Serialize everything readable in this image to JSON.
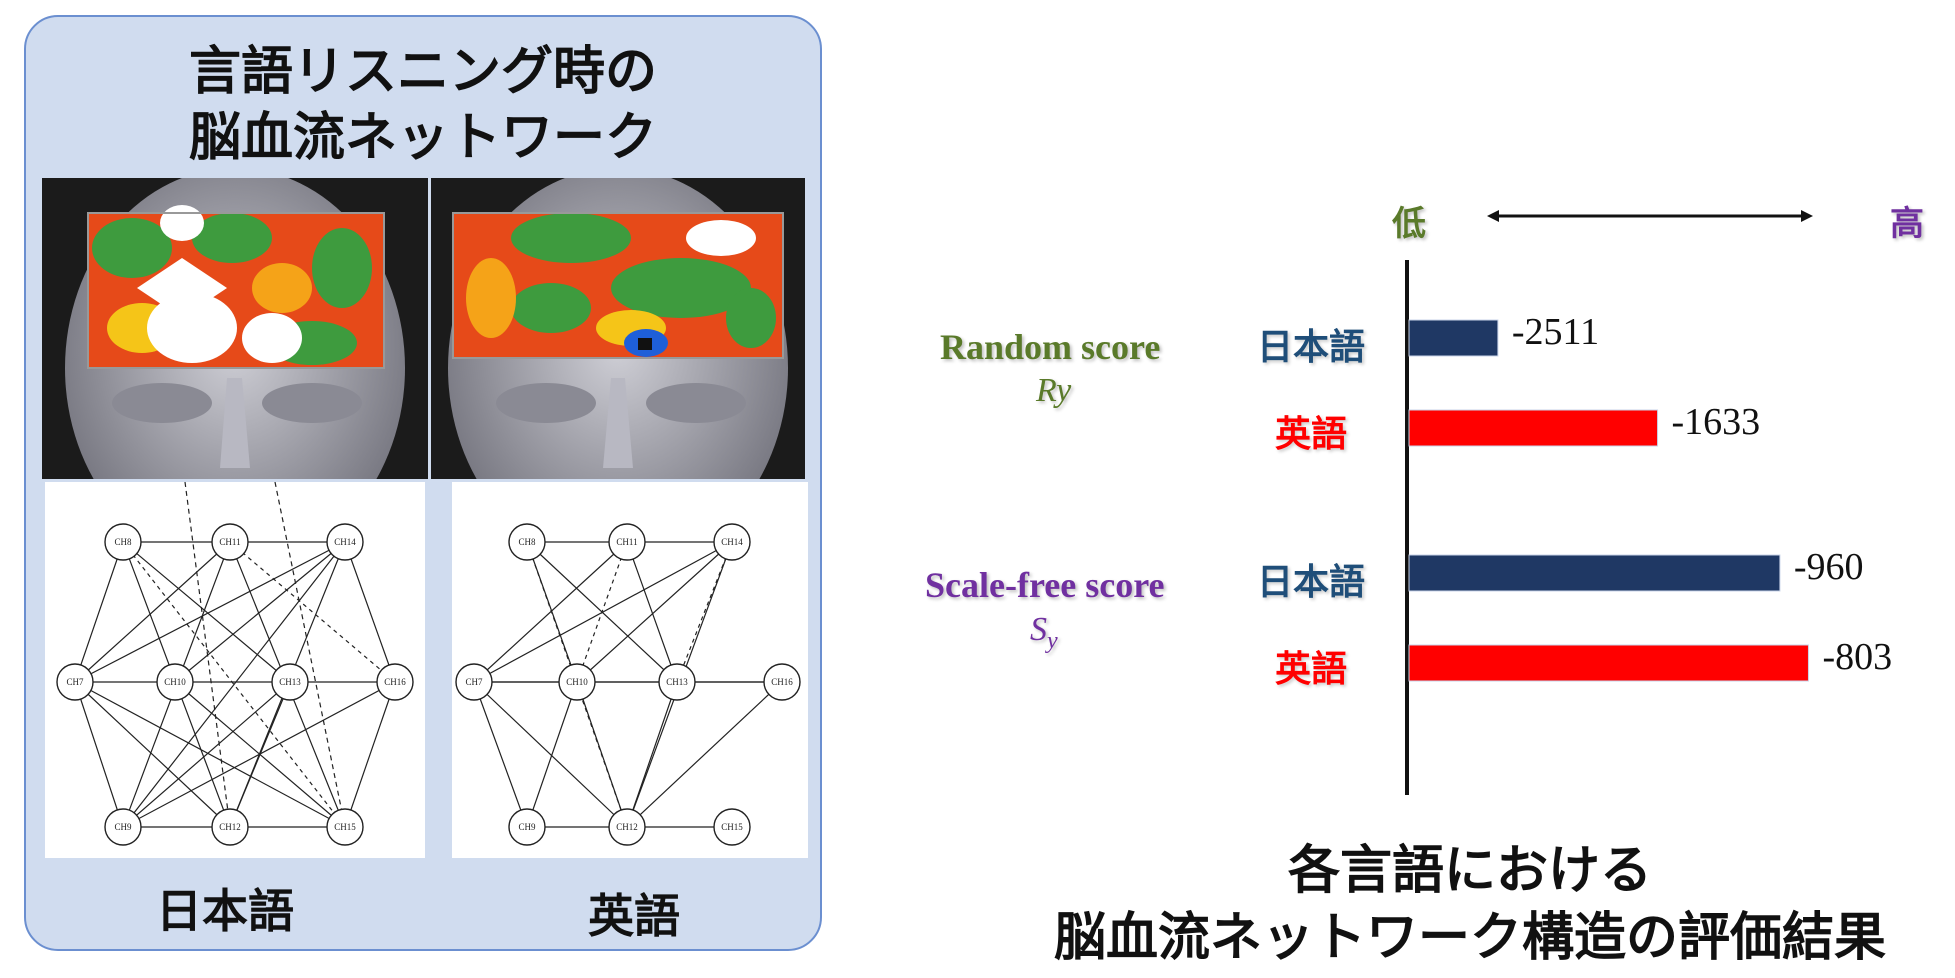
{
  "left_panel": {
    "title_line1": "言語リスニング時の",
    "title_line2": "脳血流ネットワーク",
    "label_jp": "日本語",
    "label_en": "英語",
    "network_nodes_jp": [
      "CH8",
      "CH11",
      "CH14",
      "CH7",
      "CH10",
      "CH13",
      "CH16",
      "CH9",
      "CH12",
      "CH15"
    ],
    "network_nodes_en": [
      "CH8",
      "CH11",
      "CH14",
      "CH7",
      "CH10",
      "CH13",
      "CH16",
      "CH9",
      "CH12",
      "CH15"
    ]
  },
  "chart_data": {
    "type": "bar",
    "orientation": "horizontal",
    "axis": {
      "low_label": "低",
      "high_label": "高"
    },
    "groups": [
      {
        "name": "Random score",
        "symbol": "Ry",
        "color": "#5a7a2a",
        "bars": [
          {
            "category": "日本語",
            "value": -2511,
            "value_label": "-2511",
            "color": "#1f3864",
            "label_color": "#1f4e79"
          },
          {
            "category": "英語",
            "value": -1633,
            "value_label": "-1633",
            "color": "#ff0000",
            "label_color": "#ff0000"
          }
        ]
      },
      {
        "name": "Scale-free score",
        "symbol": "S",
        "symbol_sub": "y",
        "color": "#7030a0",
        "bars": [
          {
            "category": "日本語",
            "value": -960,
            "value_label": "-960",
            "color": "#1f3864",
            "label_color": "#1f4e79"
          },
          {
            "category": "英語",
            "value": -803,
            "value_label": "-803",
            "color": "#ff0000",
            "label_color": "#ff0000"
          }
        ]
      }
    ],
    "bottom_title_line1": "各言語における",
    "bottom_title_line2": "脳血流ネットワーク構造の評価結果"
  },
  "colors": {
    "panel_bg": "#d0dcef",
    "panel_border": "#6b8fd0",
    "low_color": "#5a7a2a",
    "high_color": "#7030a0"
  }
}
